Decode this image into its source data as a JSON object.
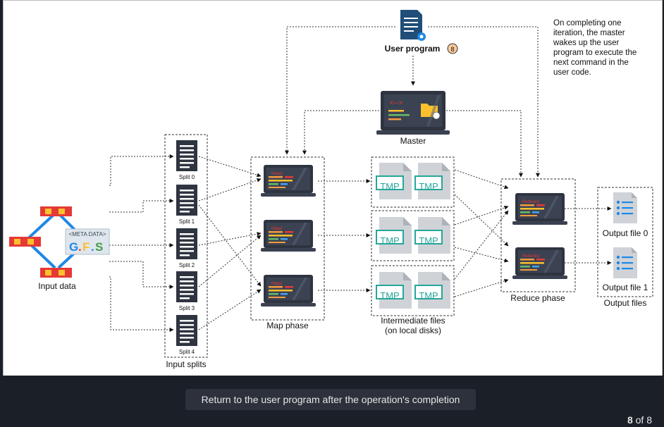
{
  "diagram": {
    "user_program": {
      "label": "User program",
      "step_badge": "8"
    },
    "note": {
      "lines": [
        "On completing one",
        "iteration, the master",
        "wakes up the user",
        "program to execute the",
        "next command in the",
        "user code."
      ]
    },
    "master": {
      "label": "Master"
    },
    "input_data": {
      "label": "Input data",
      "gfs_meta": "<META DATA>",
      "gfs_letters": [
        "G",
        ".",
        "F",
        ".",
        "S"
      ]
    },
    "input_splits": {
      "group_label": "Input splits",
      "items": [
        "Split 0",
        "Split 1",
        "Split 2",
        "Split 3",
        "Split 4"
      ]
    },
    "map_phase": {
      "label": "Map phase",
      "worker_label": "Map()"
    },
    "intermediate": {
      "label_line1": "Intermediate files",
      "label_line2": "(on local disks)",
      "tmp_label": "TMP"
    },
    "reduce_phase": {
      "label": "Reduce phase",
      "worker_label": "Reduce()"
    },
    "output_files": {
      "group_label": "Output files",
      "items": [
        "Output file 0",
        "Output file 1"
      ]
    },
    "colors": {
      "accent_orange": "#f59b3d",
      "tmp_teal": "#26a69a",
      "laptop_dark": "#2e3440",
      "node_red": "#e53935",
      "node_yellow": "#fbc02d",
      "link_blue": "#1e88e5"
    }
  },
  "footer": {
    "caption": "Return to the user program after the operation's completion",
    "page_current": "8",
    "page_of": "of 8"
  }
}
